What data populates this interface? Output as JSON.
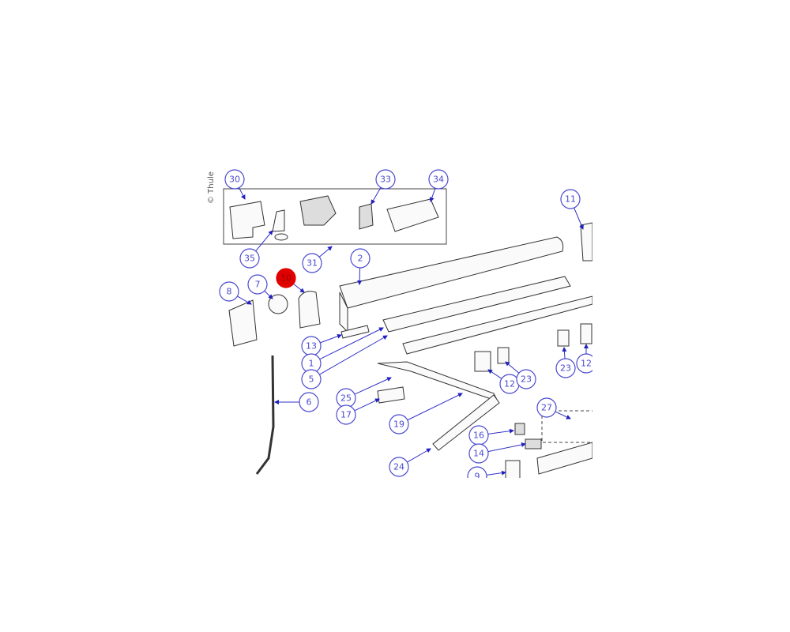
{
  "copyright": "© Thule",
  "highlight_color": "#e00000",
  "callout_color": "#4a4ad0",
  "highlighted_part": "10",
  "callouts": [
    "30",
    "33",
    "34",
    "11",
    "35",
    "31",
    "2",
    "10",
    "7",
    "8",
    "13",
    "1",
    "5",
    "6",
    "25",
    "17",
    "19",
    "12",
    "23",
    "23",
    "12",
    "27",
    "16",
    "14",
    "24",
    "9"
  ]
}
